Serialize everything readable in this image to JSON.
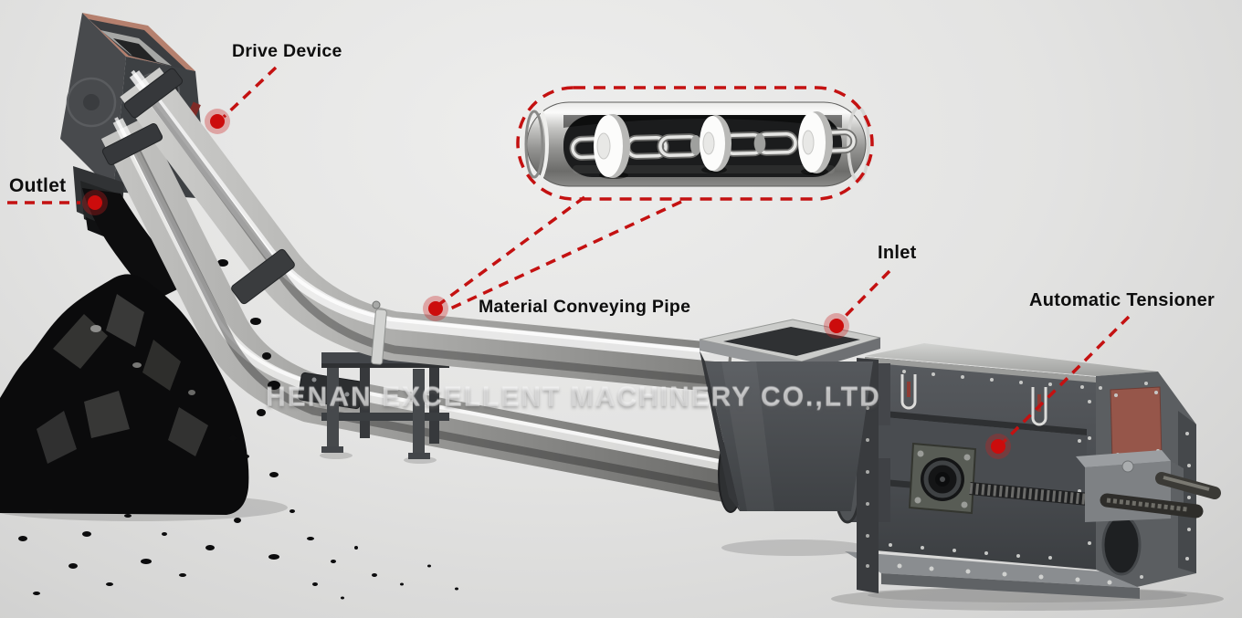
{
  "annotations": {
    "drive_device": "Drive Device",
    "outlet": "Outlet",
    "material_conveying_pipe": "Material Conveying Pipe",
    "inlet": "Inlet",
    "automatic_tensioner": "Automatic Tensioner"
  },
  "watermark": "HENAN EXCELLENT MACHINERY CO.,LTD",
  "colors": {
    "accent_red": "#c41111",
    "marker_red": "#cc0c0c",
    "label_text": "#0e0e0e",
    "machine_dark_gray": "#4b4e51",
    "pipe_silver": "#b9b9b7",
    "copper_panel": "#96564a",
    "copper_rim": "#b5806e",
    "coal_black": "#0b0b0c",
    "disc_white": "#fcfcfb",
    "background_light": "#e9e9e8"
  }
}
